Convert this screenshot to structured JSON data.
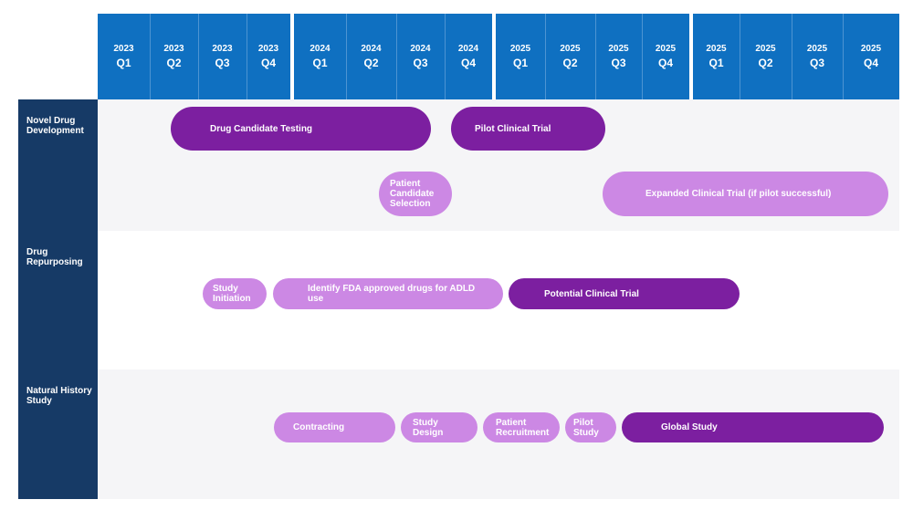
{
  "quarters": [
    {
      "year": "2023",
      "q": "Q1"
    },
    {
      "year": "2023",
      "q": "Q2"
    },
    {
      "year": "2023",
      "q": "Q3"
    },
    {
      "year": "2023",
      "q": "Q4"
    },
    {
      "year": "2024",
      "q": "Q1"
    },
    {
      "year": "2024",
      "q": "Q2"
    },
    {
      "year": "2024",
      "q": "Q3"
    },
    {
      "year": "2024",
      "q": "Q4"
    },
    {
      "year": "2025",
      "q": "Q1"
    },
    {
      "year": "2025",
      "q": "Q2"
    },
    {
      "year": "2025",
      "q": "Q3"
    },
    {
      "year": "2025",
      "q": "Q4"
    },
    {
      "year": "2025",
      "q": "Q1"
    },
    {
      "year": "2025",
      "q": "Q2"
    },
    {
      "year": "2025",
      "q": "Q3"
    },
    {
      "year": "2025",
      "q": "Q4"
    }
  ],
  "rows": [
    {
      "label": "Novel Drug\nDevelopment",
      "bars": [
        {
          "label": "Drug Candidate Testing",
          "style": "dark"
        },
        {
          "label": "Pilot Clinical Trial",
          "style": "dark"
        },
        {
          "label": "Patient\nCandidate\nSelection",
          "style": "light"
        },
        {
          "label": "Expanded Clinical Trial (if pilot successful)",
          "style": "light"
        }
      ]
    },
    {
      "label": "Drug\nRepurposing",
      "bars": [
        {
          "label": "Study\nInitiation",
          "style": "light"
        },
        {
          "label": "Identify FDA approved drugs for ADLD\nuse",
          "style": "light"
        },
        {
          "label": "Potential Clinical Trial",
          "style": "dark"
        }
      ]
    },
    {
      "label": "Natural History\nStudy",
      "bars": [
        {
          "label": "Contracting",
          "style": "light"
        },
        {
          "label": "Study\nDesign",
          "style": "light"
        },
        {
          "label": "Patient\nRecruitment",
          "style": "light"
        },
        {
          "label": "Pilot\nStudy",
          "style": "light"
        },
        {
          "label": "Global Study",
          "style": "dark"
        }
      ]
    }
  ],
  "colors": {
    "header": "#0f70c1",
    "row_label_bg": "#163a66",
    "bar_dark": "#7c1fa0",
    "bar_light": "#cc88e4",
    "row_shade": "#f5f5f7"
  }
}
